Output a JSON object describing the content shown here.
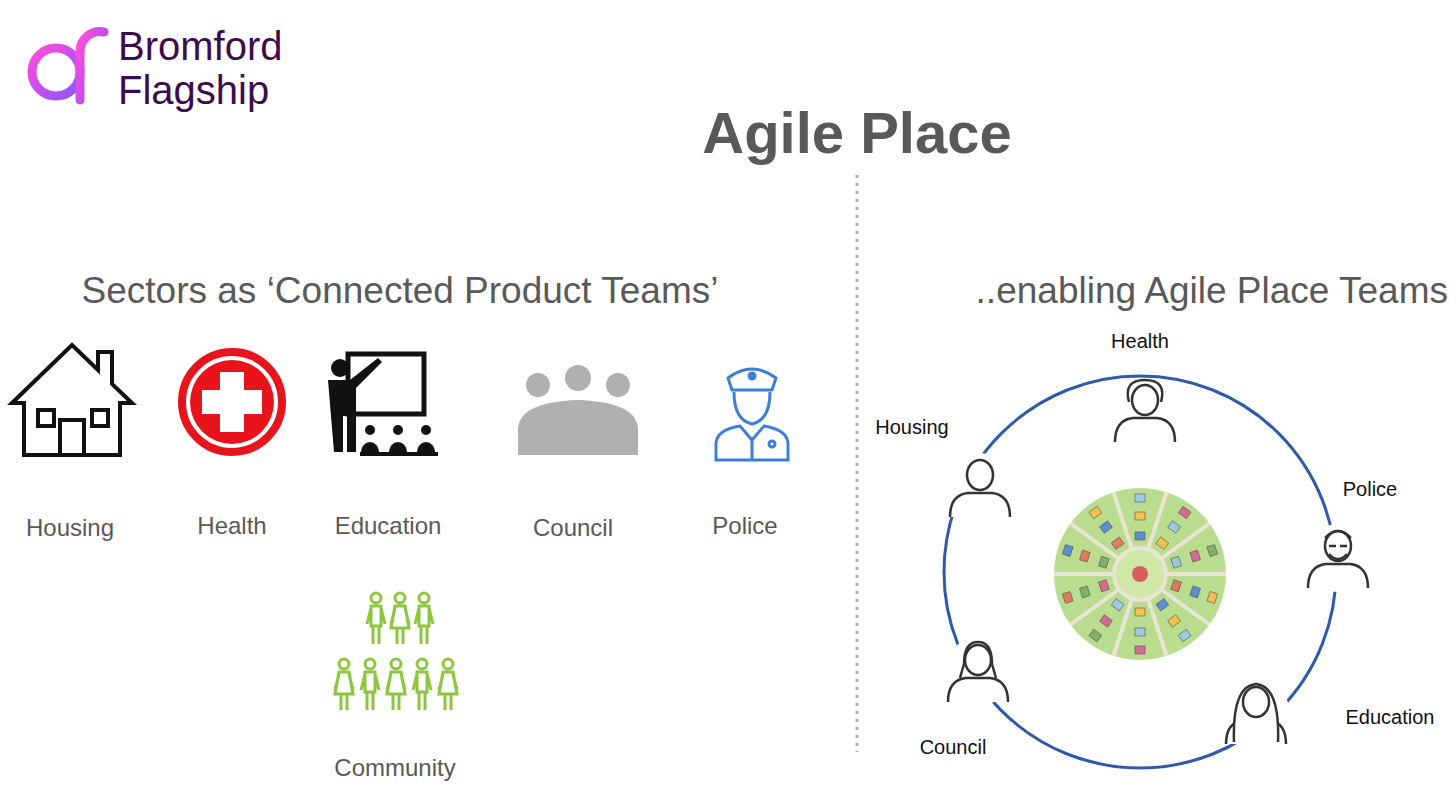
{
  "diagram": {
    "title": "Agile Place",
    "labels": [
      "Bromford Flagship",
      "Sectors as ‘Connected Product Teams’",
      "..enabling Agile Place Teams",
      "Housing",
      "Health",
      "Education",
      "Council",
      "Police",
      "Community",
      "Health",
      "Housing",
      "Police",
      "Council",
      "Education"
    ]
  }
}
